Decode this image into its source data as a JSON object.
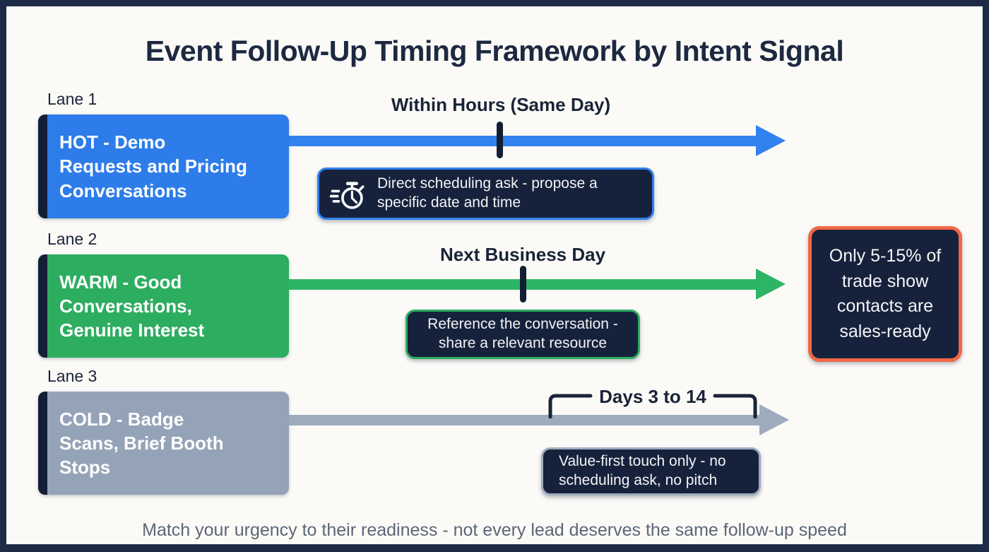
{
  "title": "Event Follow-Up Timing Framework by Intent Signal",
  "lanes": [
    {
      "label": "Lane 1",
      "category": "HOT - Demo\nRequests and Pricing\nConversations",
      "timing": "Within Hours (Same Day)",
      "callout": "Direct scheduling ask - propose a\nspecific date and time",
      "icon": "stopwatch-icon",
      "box_color": "#2d7ce9",
      "arrow_color": "#3181ee"
    },
    {
      "label": "Lane 2",
      "category": "WARM - Good\nConversations,\nGenuine Interest",
      "timing": "Next Business Day",
      "callout": "Reference the conversation -\nshare a relevant resource",
      "box_color": "#2dad60",
      "arrow_color": "#2db566"
    },
    {
      "label": "Lane 3",
      "category": "COLD - Badge\nScans, Brief Booth\nStops",
      "timing": "Days 3 to 14",
      "callout": "Value-first touch only - no\nscheduling ask, no pitch",
      "box_color": "#95a3b8",
      "arrow_color": "#9dabbd"
    }
  ],
  "stat_box": {
    "text": "Only 5-15% of\ntrade show\ncontacts are\nsales-ready",
    "border_color": "#f26744"
  },
  "footer": "Match your urgency to their readiness - not every lead deserves the same follow-up speed",
  "colors": {
    "frame": "#1d2b47",
    "background": "#fbfaf7",
    "panel_fill": "#16223c",
    "heading_text": "#1a2438",
    "footer_text": "#5d6678"
  }
}
